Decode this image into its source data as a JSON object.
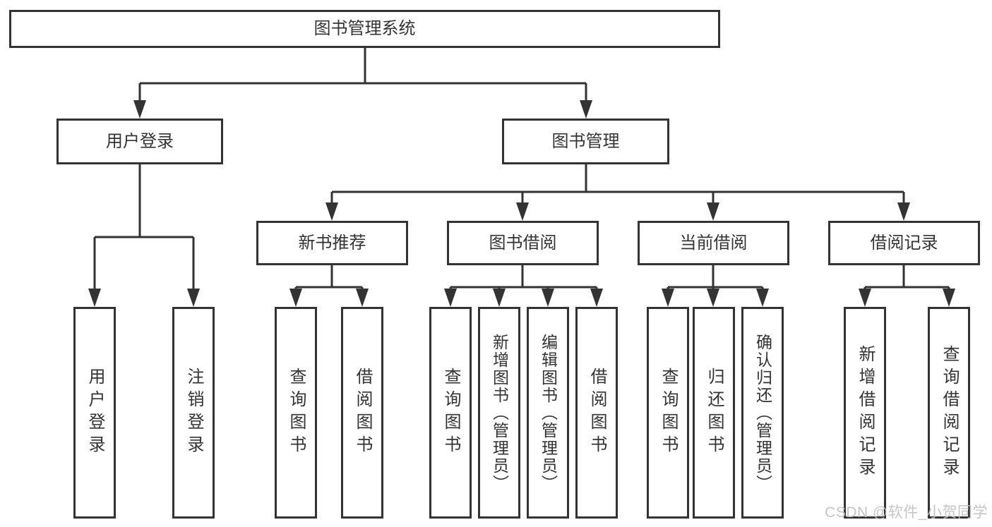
{
  "diagram_title": "图书管理系统",
  "tree": {
    "label": "图书管理系统",
    "children": [
      {
        "label": "用户登录",
        "children": [
          {
            "label": "用户登录"
          },
          {
            "label": "注销登录"
          }
        ]
      },
      {
        "label": "图书管理",
        "children": [
          {
            "label": "新书推荐",
            "children": [
              {
                "label": "查询图书"
              },
              {
                "label": "借阅图书"
              }
            ]
          },
          {
            "label": "图书借阅",
            "children": [
              {
                "label": "查询图书"
              },
              {
                "label": "新增图书（管理员）"
              },
              {
                "label": "编辑图书（管理员）"
              },
              {
                "label": "借阅图书"
              }
            ]
          },
          {
            "label": "当前借阅",
            "children": [
              {
                "label": "查询图书"
              },
              {
                "label": "归还图书"
              },
              {
                "label": "确认归还（管理员）"
              }
            ]
          },
          {
            "label": "借阅记录",
            "children": [
              {
                "label": "新增借阅记录"
              },
              {
                "label": "查询借阅记录"
              }
            ]
          }
        ]
      }
    ]
  },
  "watermark": "CSDN @软件_小贺同学",
  "colors": {
    "line": "#333333",
    "box_background": "#ffffff",
    "text": "#333333",
    "watermark": "#c0c0c0"
  }
}
